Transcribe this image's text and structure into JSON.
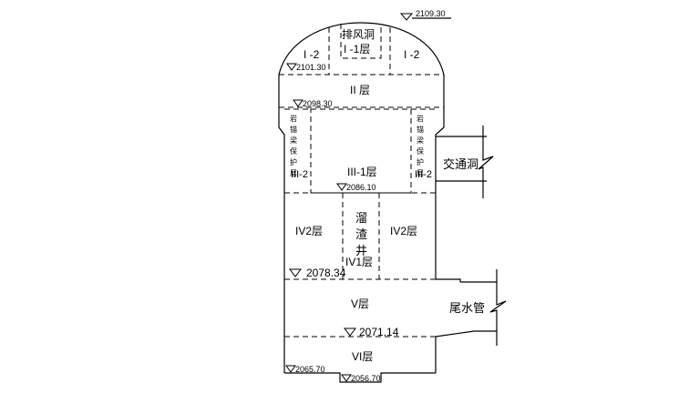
{
  "diagram": {
    "layers": {
      "I2_left": "I -2",
      "I2_right": "I -2",
      "exhaust_tunnel": "排风洞",
      "I1": "I -1层",
      "II": "II 层",
      "III1": "III-1层",
      "III2_left": "III-2",
      "III2_right": "III-2",
      "IV2_left": "IV2层",
      "IV2_right": "IV2层",
      "IV1": "IV1层",
      "V": "V层",
      "VI": "VI层"
    },
    "protection_layer": [
      "岩",
      "锚",
      "梁",
      "保",
      "护",
      "层"
    ],
    "slag_shaft": [
      "溜",
      "渣",
      "井"
    ],
    "side_labels": {
      "traffic_tunnel": "交通洞",
      "tailwater_pipe": "尾水管"
    },
    "elevations": {
      "top": "2109.30",
      "e1": "2101.30",
      "e2": "2098.30",
      "e3": "2086.10",
      "e4": "2078.34",
      "e5": "2071.14",
      "e6": "2065.70",
      "e7": "2056.70"
    }
  }
}
